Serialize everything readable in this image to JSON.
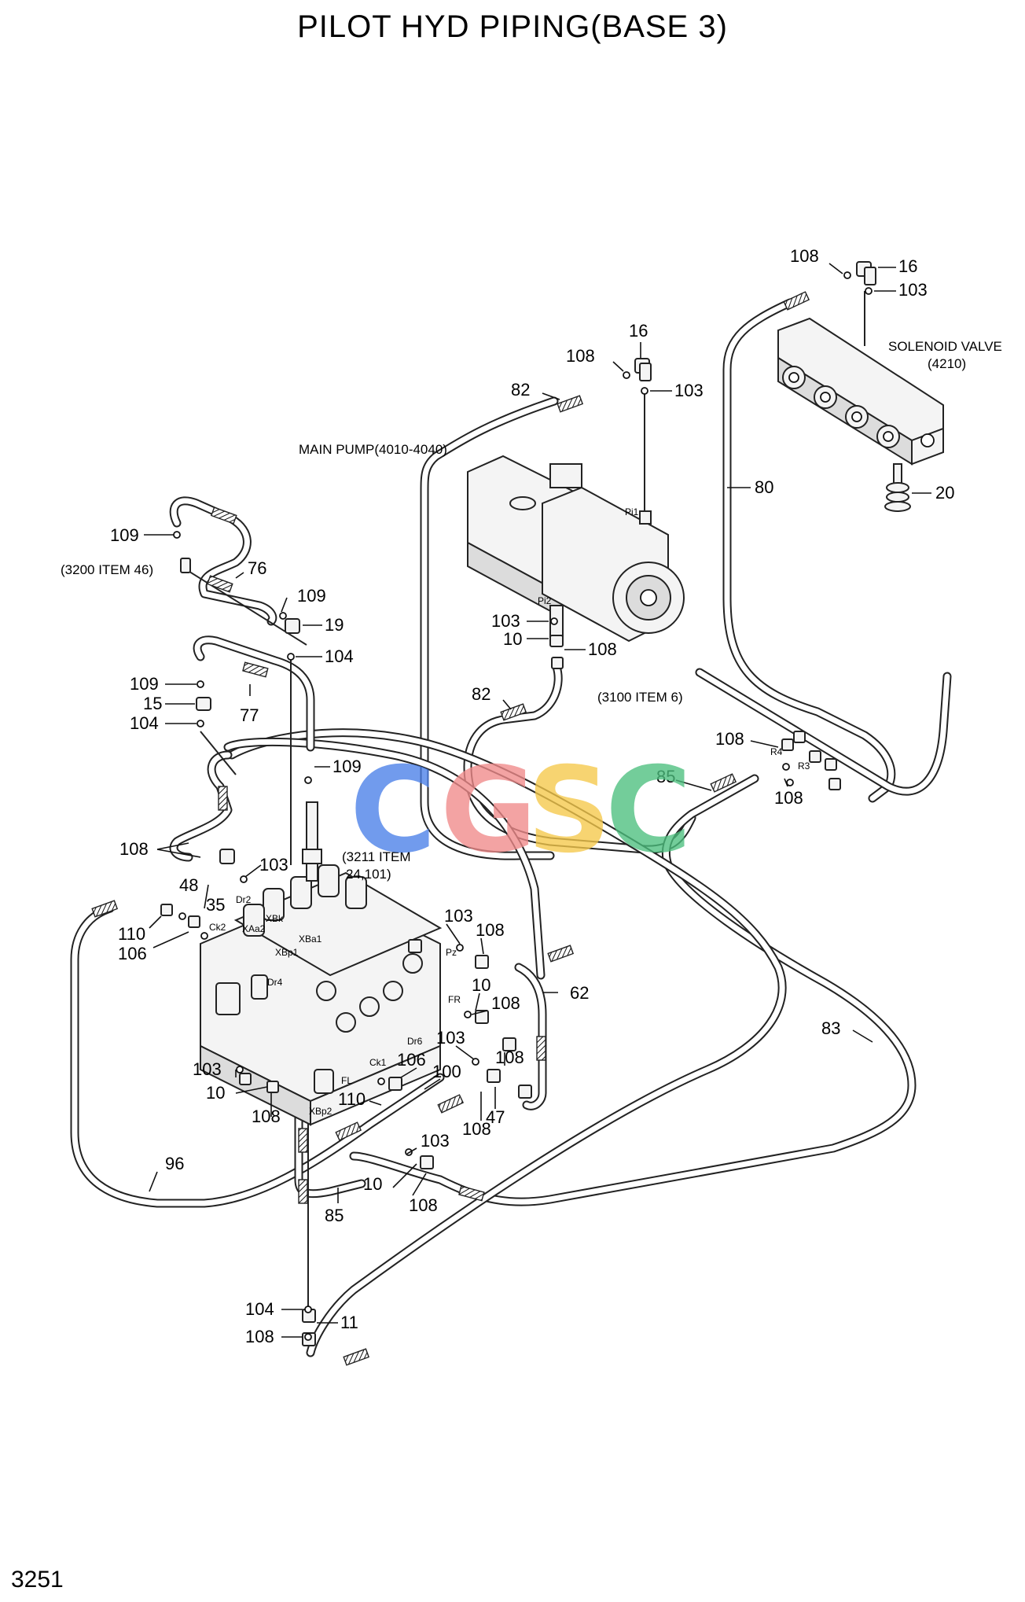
{
  "title": "PILOT HYD PIPING(BASE 3)",
  "page_number": "3251",
  "watermark": {
    "letters": [
      "C",
      "G",
      "S",
      "C"
    ],
    "colors": [
      "#4a7fe8",
      "#f08a8a",
      "#f5c84a",
      "#4cbf7e"
    ]
  },
  "components": {
    "main_pump": "MAIN PUMP(4010-4040)",
    "solenoid_valve_line1": "SOLENOID VALVE",
    "solenoid_valve_line2": "(4210)",
    "ref_3200": "(3200 ITEM 46)",
    "ref_3100": "(3100 ITEM 6)",
    "ref_3211_line1": "(3211 ITEM",
    "ref_3211_line2": "24,101)"
  },
  "ports": [
    "Pi1",
    "Pi2",
    "R4",
    "R3",
    "Dr2",
    "XBk",
    "XAa2",
    "Ck2",
    "XBp1",
    "XBa1",
    "Dr4",
    "Pz",
    "FR",
    "Dr6",
    "Ck1",
    "FL",
    "XBp2"
  ],
  "callouts": [
    "108",
    "16",
    "103",
    "20",
    "80",
    "16",
    "108",
    "103",
    "82",
    "103",
    "10",
    "108",
    "82",
    "108",
    "108",
    "85",
    "109",
    "76",
    "109",
    "19",
    "104",
    "109",
    "15",
    "104",
    "77",
    "109",
    "108",
    "103",
    "48",
    "35",
    "110",
    "106",
    "103",
    "108",
    "10",
    "108",
    "62",
    "103",
    "108",
    "106",
    "100",
    "103",
    "10",
    "108",
    "110",
    "47",
    "108",
    "103",
    "83",
    "96",
    "10",
    "108",
    "85",
    "104",
    "11",
    "108"
  ]
}
